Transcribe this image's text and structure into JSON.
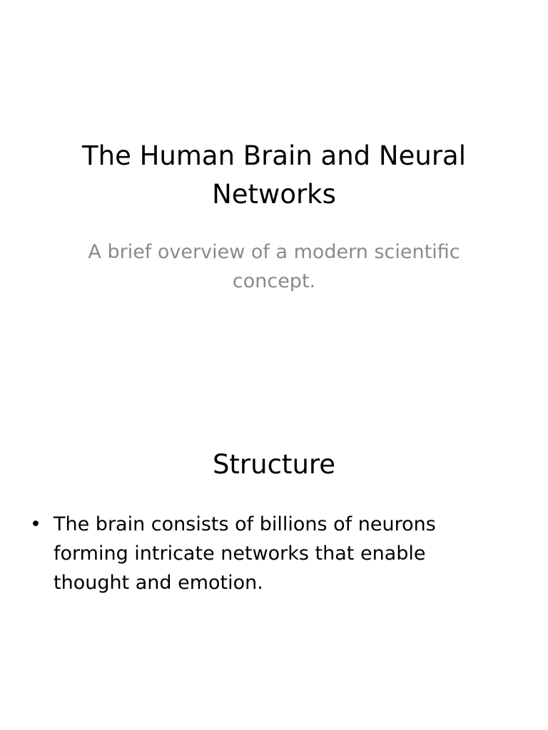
{
  "slides": [
    {
      "title": "The Human Brain and Neural Networks",
      "subtitle": "A brief overview of a modern scientific concept."
    },
    {
      "title": "Structure",
      "bullets": [
        "The brain consists of billions of neurons forming intricate networks that enable thought and emotion."
      ]
    }
  ],
  "colors": {
    "title": "#000000",
    "subtitle": "#8a8a8a",
    "background": "#ffffff"
  }
}
